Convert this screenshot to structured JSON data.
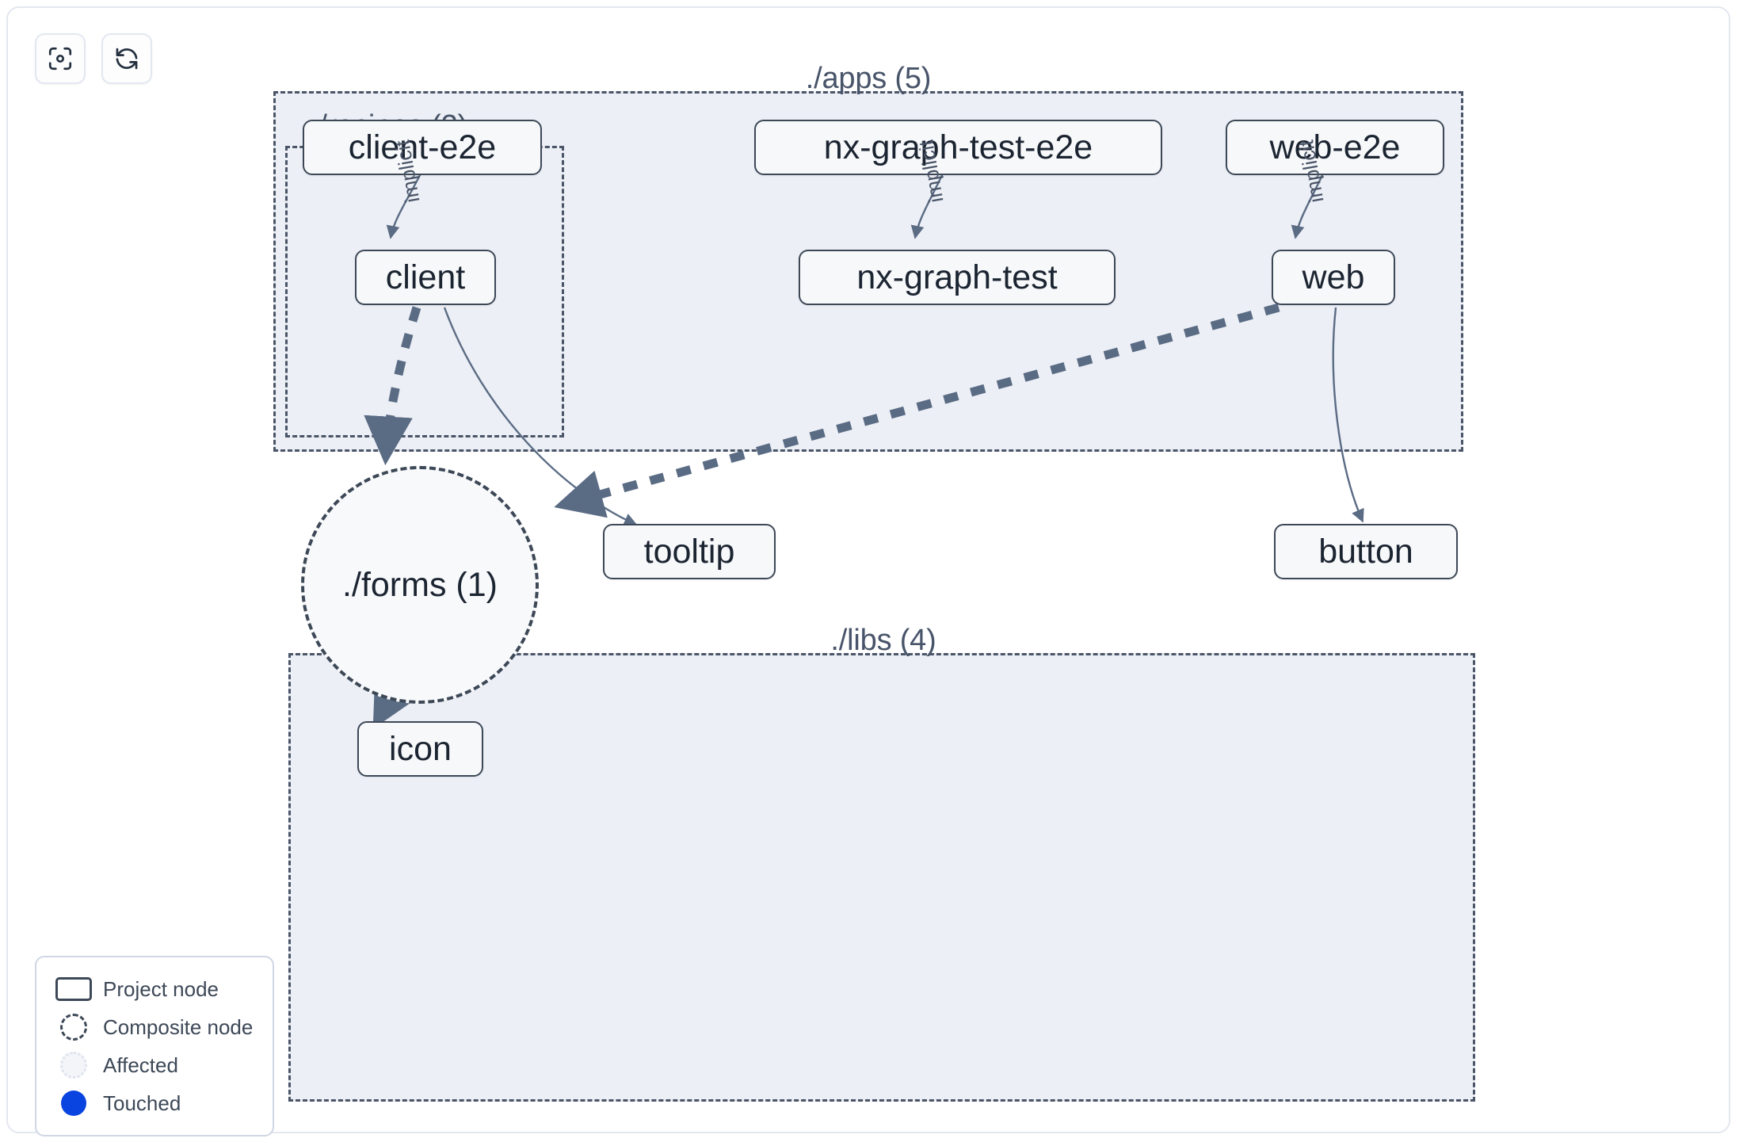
{
  "toolbar": {
    "buttons": [
      {
        "name": "focus-target-icon",
        "label": "Focus graph"
      },
      {
        "name": "refresh-icon",
        "label": "Refresh graph"
      }
    ]
  },
  "graph": {
    "groups": [
      {
        "id": "apps",
        "label": "./apps (5)"
      },
      {
        "id": "recipes",
        "label": "./recipes (2)"
      },
      {
        "id": "libs",
        "label": "./libs (4)"
      }
    ],
    "nodes": [
      {
        "id": "client-e2e",
        "label": "client-e2e"
      },
      {
        "id": "client",
        "label": "client"
      },
      {
        "id": "nx-graph-test-e2e",
        "label": "nx-graph-test-e2e"
      },
      {
        "id": "nx-graph-test",
        "label": "nx-graph-test"
      },
      {
        "id": "web-e2e",
        "label": "web-e2e"
      },
      {
        "id": "web",
        "label": "web"
      },
      {
        "id": "tooltip",
        "label": "tooltip"
      },
      {
        "id": "button",
        "label": "button"
      },
      {
        "id": "icon",
        "label": "icon"
      }
    ],
    "composite_nodes": [
      {
        "id": "forms",
        "label": "./forms (1)"
      }
    ],
    "edges": [
      {
        "from": "client-e2e",
        "to": "client",
        "label": "implicit",
        "style": "solid"
      },
      {
        "from": "nx-graph-test-e2e",
        "to": "nx-graph-test",
        "label": "implicit",
        "style": "solid"
      },
      {
        "from": "web-e2e",
        "to": "web",
        "label": "implicit",
        "style": "solid"
      },
      {
        "from": "client",
        "to": "forms",
        "label": "",
        "style": "dashed"
      },
      {
        "from": "client",
        "to": "tooltip",
        "label": "",
        "style": "solid"
      },
      {
        "from": "web",
        "to": "forms",
        "label": "",
        "style": "dashed"
      },
      {
        "from": "web",
        "to": "button",
        "label": "",
        "style": "solid"
      },
      {
        "from": "forms",
        "to": "icon",
        "label": "",
        "style": "dashed"
      }
    ]
  },
  "legend": {
    "items": [
      {
        "swatch": "project-node-swatch",
        "label": "Project node"
      },
      {
        "swatch": "composite-node-swatch",
        "label": "Composite node"
      },
      {
        "swatch": "affected-swatch",
        "label": "Affected"
      },
      {
        "swatch": "touched-swatch",
        "label": "Touched"
      }
    ]
  },
  "colors": {
    "group_fill": "#eceff5",
    "group_border": "#4a5568",
    "node_fill": "#f7f8fa",
    "node_border": "#3d4857",
    "node_text": "#1b2431",
    "edge": "#5a6b84",
    "touched": "#0a44e0",
    "panel_border": "#e4e7ef"
  }
}
